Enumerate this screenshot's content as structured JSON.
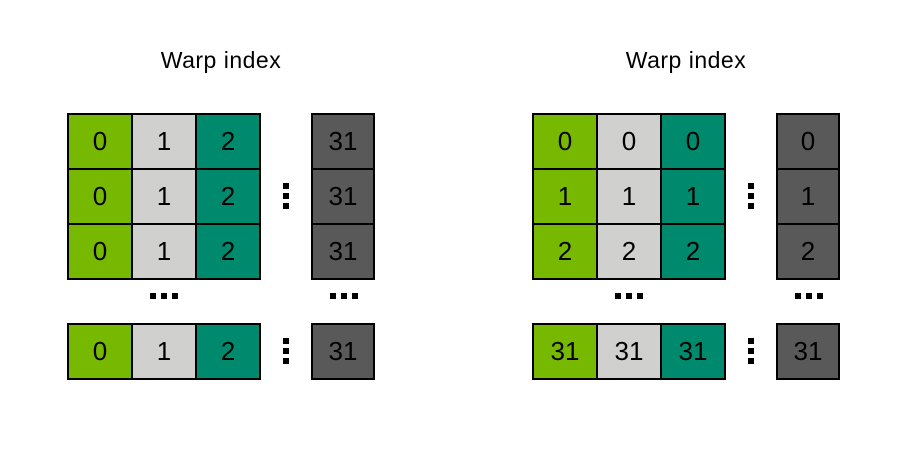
{
  "colors": {
    "green": "#76b900",
    "light_gray": "#d0d0ce",
    "teal": "#008a6d",
    "dark_gray": "#595959",
    "border": "#000000",
    "background": "#ffffff"
  },
  "icons": {
    "vertical_ellipsis": "⋮",
    "horizontal_ellipsis": "…"
  },
  "panels": [
    {
      "title": "Warp index",
      "grid": [
        [
          "0",
          "1",
          "2"
        ],
        [
          "0",
          "1",
          "2"
        ],
        [
          "0",
          "1",
          "2"
        ]
      ],
      "side_column": [
        "31",
        "31",
        "31"
      ],
      "bottom_row": [
        "0",
        "1",
        "2"
      ],
      "bottom_side_cell": "31"
    },
    {
      "title": "Warp index",
      "grid": [
        [
          "0",
          "0",
          "0"
        ],
        [
          "1",
          "1",
          "1"
        ],
        [
          "2",
          "2",
          "2"
        ]
      ],
      "side_column": [
        "0",
        "1",
        "2"
      ],
      "bottom_row": [
        "31",
        "31",
        "31"
      ],
      "bottom_side_cell": "31"
    }
  ]
}
